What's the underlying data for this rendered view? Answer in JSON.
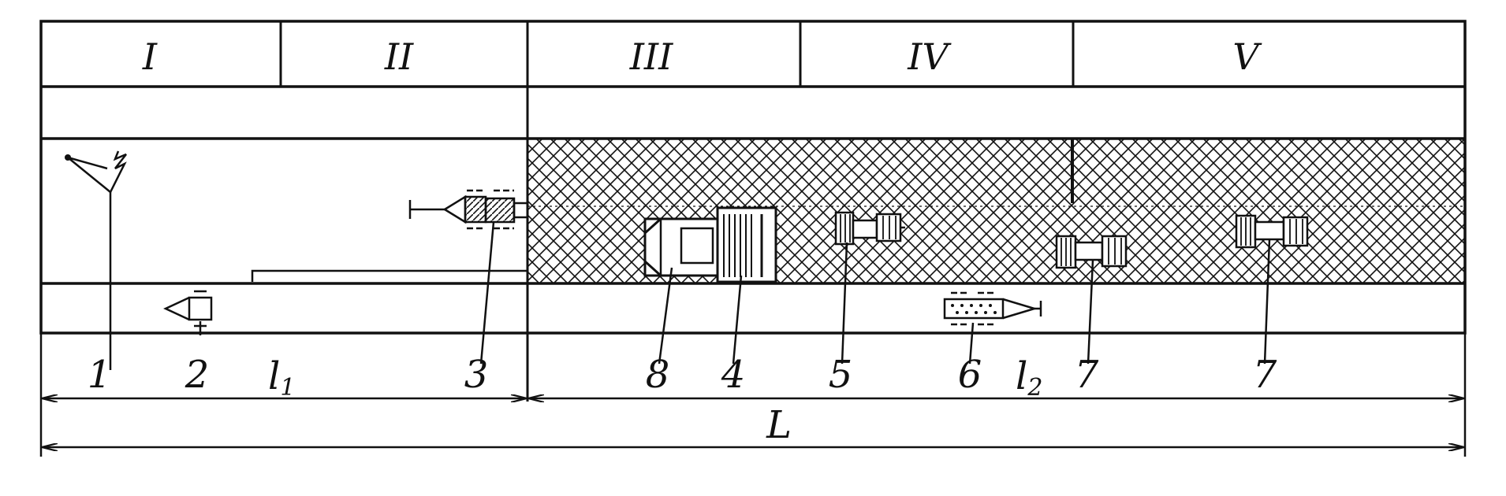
{
  "zones": [
    "I",
    "II",
    "III",
    "IV",
    "V"
  ],
  "callouts": [
    "1",
    "2",
    "3",
    "8",
    "4",
    "5",
    "6",
    "7",
    "7"
  ],
  "dimensions": {
    "l1": "l",
    "l1_sub": "1",
    "l2": "l",
    "l2_sub": "2",
    "total": "L"
  },
  "colors": {
    "ink": "#111111",
    "paper": "#ffffff"
  }
}
